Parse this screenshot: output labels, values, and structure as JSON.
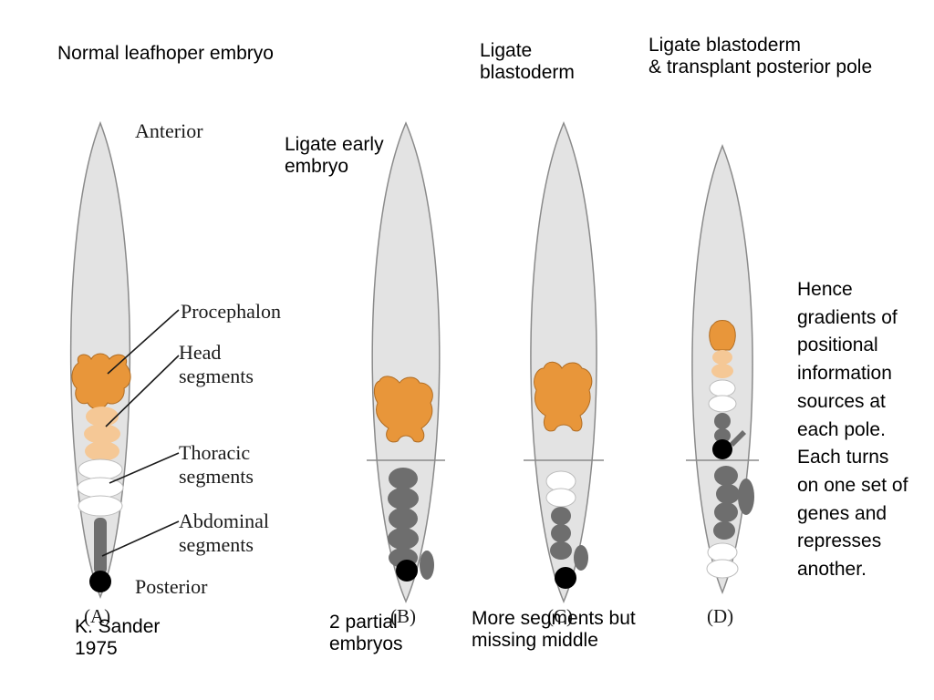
{
  "captions": {
    "panel_a": "Normal leafhoper embryo",
    "panel_b": "Ligate early\nembryo",
    "panel_c": "Ligate\nblastoderm",
    "panel_d": "Ligate blastoderm\n& transplant posterior pole"
  },
  "labels": {
    "anterior": "Anterior",
    "procephalon": "Procephalon",
    "head_segments": "Head\nsegments",
    "thoracic_segments": "Thoracic\nsegments",
    "abdominal_segments": "Abdominal\nsegments",
    "posterior": "Posterior"
  },
  "panel_letters": [
    "(A)",
    "(B)",
    "(C)",
    "(D)"
  ],
  "results": {
    "b": "2 partial\nembryos",
    "c": "More segments but\nmissing middle"
  },
  "credit": "K. Sander\n1975",
  "conclusion": "Hence\ngradients of\npositional\ninformation\nsources at\neach pole.\nEach turns\non one set of\ngenes and\nrepresses\nanother.",
  "colors": {
    "embryo_fill": "#e3e3e3",
    "procephalon": "#e8963a",
    "head_segments": "#f5c896",
    "thoracic": "#ffffff",
    "abdominal": "#6e6e6e",
    "pole_plasm": "#000000"
  }
}
